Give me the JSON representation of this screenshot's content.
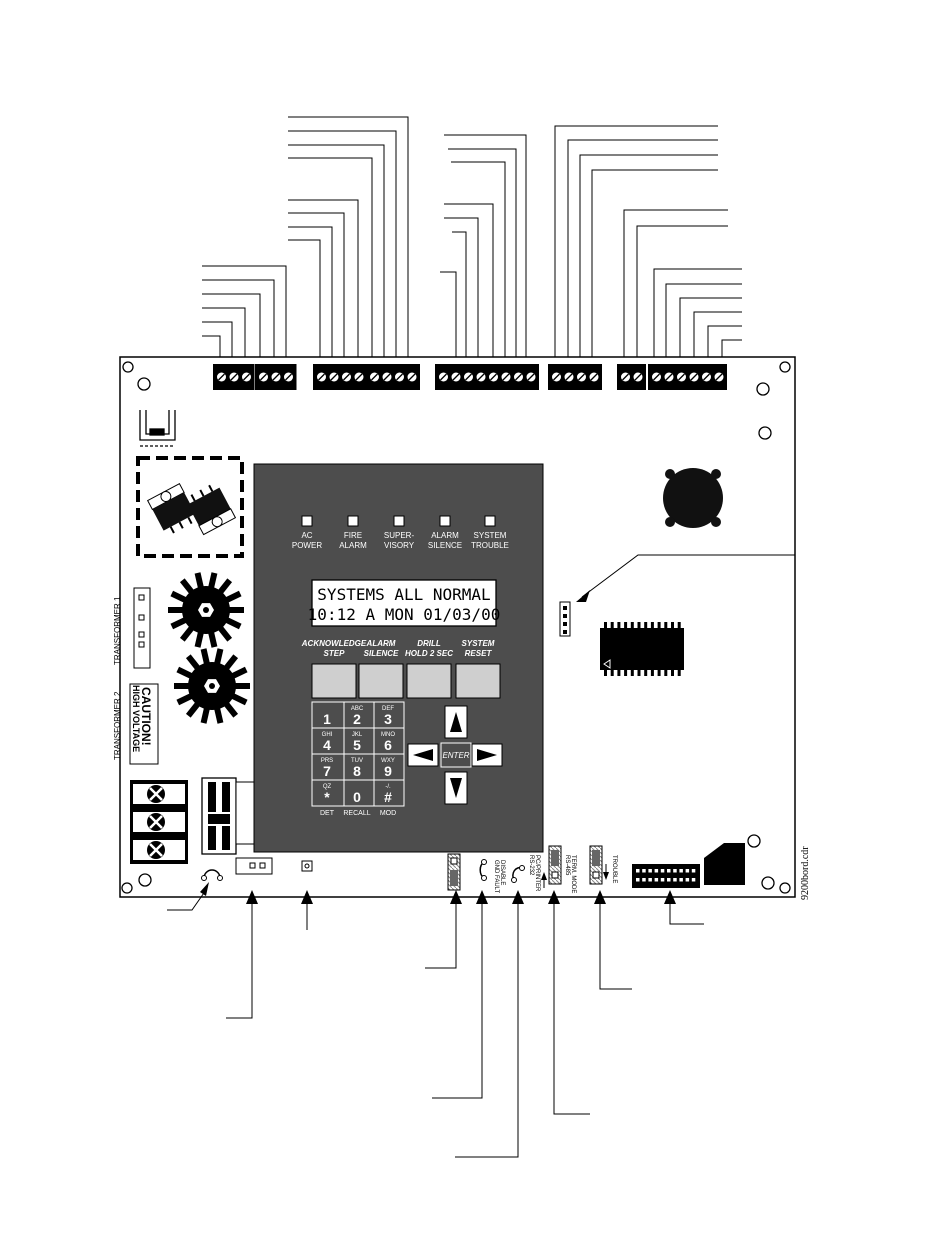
{
  "led_labels": [
    {
      "line1": "AC",
      "line2": "POWER"
    },
    {
      "line1": "FIRE",
      "line2": "ALARM"
    },
    {
      "line1": "SUPER-",
      "line2": "VISORY"
    },
    {
      "line1": "ALARM",
      "line2": "SILENCE"
    },
    {
      "line1": "SYSTEM",
      "line2": "TROUBLE"
    }
  ],
  "display": {
    "line1": "SYSTEMS ALL NORMAL",
    "line2": "10:12 A MON 01/03/00"
  },
  "function_keys": [
    {
      "line1": "ACKNOWLEDGE",
      "line2": "STEP"
    },
    {
      "line1": "ALARM",
      "line2": "SILENCE"
    },
    {
      "line1": "DRILL",
      "line2": "HOLD 2 SEC"
    },
    {
      "line1": "SYSTEM",
      "line2": "RESET"
    }
  ],
  "keypad": [
    {
      "sub": "",
      "main": "1"
    },
    {
      "sub": "ABC",
      "main": "2"
    },
    {
      "sub": "DEF",
      "main": "3"
    },
    {
      "sub": "GHI",
      "main": "4"
    },
    {
      "sub": "JKL",
      "main": "5"
    },
    {
      "sub": "MNO",
      "main": "6"
    },
    {
      "sub": "PRS",
      "main": "7"
    },
    {
      "sub": "TUV",
      "main": "8"
    },
    {
      "sub": "WXY",
      "main": "9"
    },
    {
      "sub": "QZ",
      "main": "*"
    },
    {
      "sub": "",
      "main": "0"
    },
    {
      "sub": "-/.",
      "main": "#"
    }
  ],
  "keypad_footer": [
    "DET",
    "RECALL",
    "MOD"
  ],
  "enter_label": "ENTER",
  "transformer1_label": "TRANSFORMER 1",
  "transformer2_label": "TRANSFORMER 2",
  "caution": {
    "line1": "CAUTION!",
    "line2": "HIGH VOLTAGE"
  },
  "jumper_labels": {
    "gnd_fault": [
      "GND FAULT",
      "DISABLE"
    ],
    "rs232": [
      "RS-232",
      "PC/PRINTER"
    ],
    "rs485": [
      "RS-485",
      "TERM. MODE"
    ],
    "trouble": "TROUBLE"
  },
  "drawing_id": "9200bord.cdr",
  "colors": {
    "panel": "#4d4d4d",
    "key": "#cfcfcf",
    "line": "#000000"
  }
}
